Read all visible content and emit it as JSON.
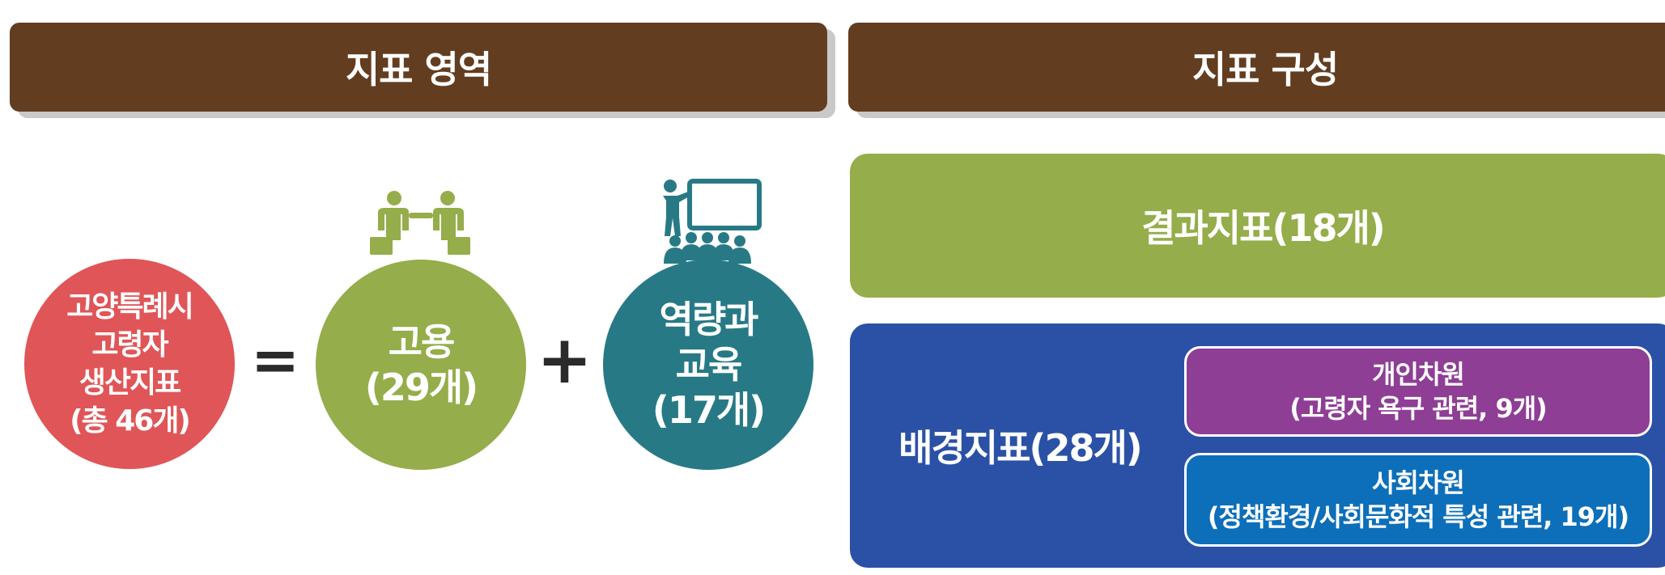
{
  "headers": {
    "left": "지표 영역",
    "right": "지표 구성"
  },
  "left_diagram": {
    "total": {
      "lines": [
        "고양특례시",
        "고령자",
        "생산지표",
        "(총 46개)"
      ],
      "color": "#e05558"
    },
    "equals": "=",
    "employment": {
      "lines": [
        "고용",
        "(29개)"
      ],
      "color": "#95ad4a",
      "icon": "handshake-people-icon"
    },
    "plus": "+",
    "education": {
      "lines": [
        "역량과",
        "교육",
        "(17개)"
      ],
      "color": "#277a85",
      "icon": "presentation-audience-icon"
    }
  },
  "right_diagram": {
    "result": {
      "label": "결과지표(18개)",
      "color": "#95ad4a"
    },
    "background": {
      "label": "배경지표(28개)",
      "color": "#2a51a5",
      "individual": {
        "title": "개인차원",
        "detail": "(고령자 욕구 관련, 9개)",
        "color": "#8e3e95"
      },
      "social": {
        "title": "사회차원",
        "detail": "(정책환경/사회문화적 특성 관련, 19개)",
        "color": "#0d6fb9"
      }
    }
  },
  "colors": {
    "header": "#633d20",
    "header_shadow": "#c9c9c9",
    "operator": "#2b2b2b"
  }
}
